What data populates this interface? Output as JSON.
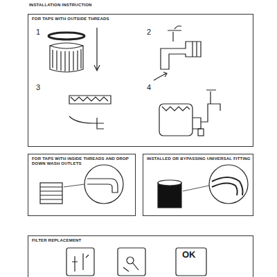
{
  "diagram": {
    "title": "INSTALLATION INSTRUCTION",
    "nodes": [
      {
        "text": [
          "FOR TAPS WITH OUTSIDE THREADS"
        ]
      },
      {
        "text": [
          "FOR TAPS WITH INSIDE THREADS AND DROP DOWN WASH OUTLETS"
        ]
      },
      {
        "text": [
          "INSTALLED OR BYPASSING UNIVERSAL FITTING"
        ]
      },
      {
        "text": [
          "FILTER REPLACEMENT"
        ]
      }
    ],
    "labels": [
      "1",
      "2",
      "3",
      "4",
      "OK"
    ]
  }
}
